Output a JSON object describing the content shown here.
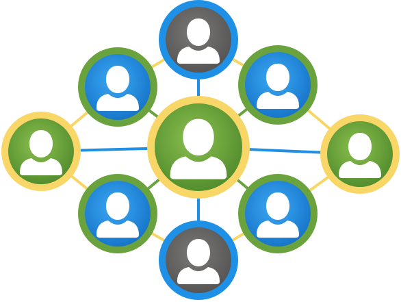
{
  "diagram": {
    "type": "people-network",
    "colors": {
      "yellow": "#F8D668",
      "green": "#6AA33E",
      "blue": "#1E90E6",
      "gray": "#6B6A69",
      "white": "#FFFFFF",
      "yellow_link": "#F7D665",
      "blue_link": "#2190E3",
      "green_link": "#6AA33E"
    },
    "nodes": [
      {
        "id": "center",
        "ring": "yellow",
        "fill": "green",
        "icon": "person-icon"
      },
      {
        "id": "top",
        "ring": "blue",
        "fill": "gray",
        "icon": "person-icon"
      },
      {
        "id": "bottom",
        "ring": "blue",
        "fill": "gray",
        "icon": "person-icon"
      },
      {
        "id": "left",
        "ring": "yellow",
        "fill": "green",
        "icon": "person-icon"
      },
      {
        "id": "right",
        "ring": "yellow",
        "fill": "green",
        "icon": "person-icon"
      },
      {
        "id": "upper-left",
        "ring": "green",
        "fill": "blue",
        "icon": "person-icon"
      },
      {
        "id": "upper-right",
        "ring": "green",
        "fill": "blue",
        "icon": "person-icon"
      },
      {
        "id": "lower-left",
        "ring": "green",
        "fill": "blue",
        "icon": "person-icon"
      },
      {
        "id": "lower-right",
        "ring": "green",
        "fill": "blue",
        "icon": "person-icon"
      }
    ],
    "links": [
      {
        "from": "left",
        "to": "upper-left",
        "color": "yellow_link"
      },
      {
        "from": "upper-left",
        "to": "top",
        "color": "yellow_link"
      },
      {
        "from": "top",
        "to": "upper-right",
        "color": "yellow_link"
      },
      {
        "from": "upper-right",
        "to": "right",
        "color": "yellow_link"
      },
      {
        "from": "right",
        "to": "lower-right",
        "color": "yellow_link"
      },
      {
        "from": "lower-right",
        "to": "bottom",
        "color": "yellow_link"
      },
      {
        "from": "bottom",
        "to": "lower-left",
        "color": "yellow_link"
      },
      {
        "from": "lower-left",
        "to": "left",
        "color": "yellow_link"
      },
      {
        "from": "left",
        "to": "center",
        "color": "blue_link"
      },
      {
        "from": "center",
        "to": "right",
        "color": "blue_link"
      },
      {
        "from": "top",
        "to": "center",
        "color": "blue_link"
      },
      {
        "from": "center",
        "to": "bottom",
        "color": "blue_link"
      },
      {
        "from": "upper-left",
        "to": "center",
        "color": "green_link"
      },
      {
        "from": "upper-right",
        "to": "center",
        "color": "green_link"
      },
      {
        "from": "lower-left",
        "to": "center",
        "color": "green_link"
      },
      {
        "from": "lower-right",
        "to": "center",
        "color": "green_link"
      }
    ]
  }
}
